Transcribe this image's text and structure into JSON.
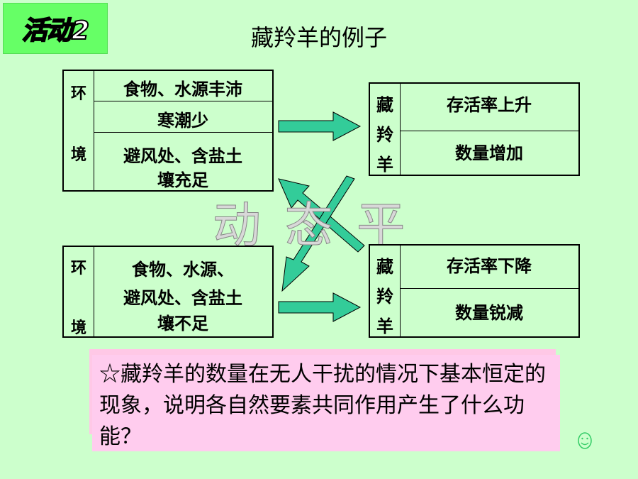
{
  "badge": "活动2",
  "title": "藏羚羊的例子",
  "watermark": "动 态 平 衡",
  "env_top": {
    "side": [
      "环",
      "境"
    ],
    "rows": [
      "食物、水源丰沛",
      "寒潮少",
      "避风处、含盐土",
      "壤充足"
    ]
  },
  "res_top": {
    "side": [
      "藏",
      "羚",
      "羊"
    ],
    "rows": [
      "存活率上升",
      "数量增加"
    ]
  },
  "env_bottom": {
    "side": [
      "环",
      "境"
    ],
    "rows": [
      "食物、水源、",
      "避风处、含盐土",
      "壤不足"
    ]
  },
  "res_bottom": {
    "side": [
      "藏",
      "羚",
      "羊"
    ],
    "rows": [
      "存活率下降",
      "数量锐减"
    ]
  },
  "question": "☆藏羚羊的数量在无人干扰的情况下基本恒定的现象，说明各自然要素共同作用产生了什么功能？",
  "colors": {
    "background": "#ccffcc",
    "badge": "#66ff66",
    "arrow": "#33cc99",
    "question_bg": "#ffccee"
  }
}
